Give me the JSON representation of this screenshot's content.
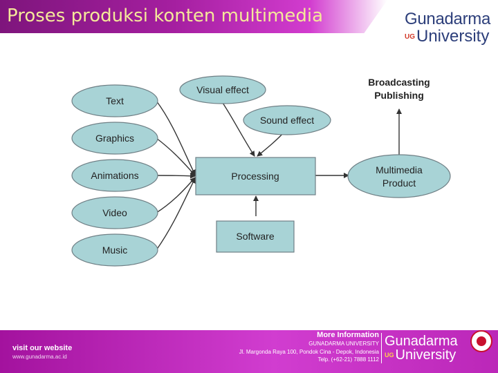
{
  "header": {
    "title": "Proses produksi konten multimedia",
    "logo_line1": "Gunadarma",
    "logo_ug": "UG",
    "logo_line2": "University"
  },
  "diagram": {
    "inputs": [
      "Text",
      "Graphics",
      "Animations",
      "Video",
      "Music"
    ],
    "effects": [
      "Visual effect",
      "Sound effect"
    ],
    "process": "Processing",
    "tool": "Software",
    "output": [
      "Multimedia",
      "Product"
    ],
    "destination": [
      "Broadcasting",
      "Publishing"
    ]
  },
  "footer": {
    "visit_label": "visit our website",
    "visit_url": "www.gunadarma.ac.id",
    "more_info": "More Information",
    "university": "GUNADARMA UNIVERSITY",
    "address": "Jl. Margonda Raya 100, Pondok Cina - Depok, Indonesia",
    "phone": "Telp. (+62-21) 7888 1112",
    "logo_line1": "Gunadarma",
    "logo_ug": "UG",
    "logo_line2": "University"
  },
  "colors": {
    "node_fill": "#a8d3d6",
    "node_stroke": "#6f7f85",
    "title_text": "#f4e89a",
    "band": "#a51fa0"
  }
}
